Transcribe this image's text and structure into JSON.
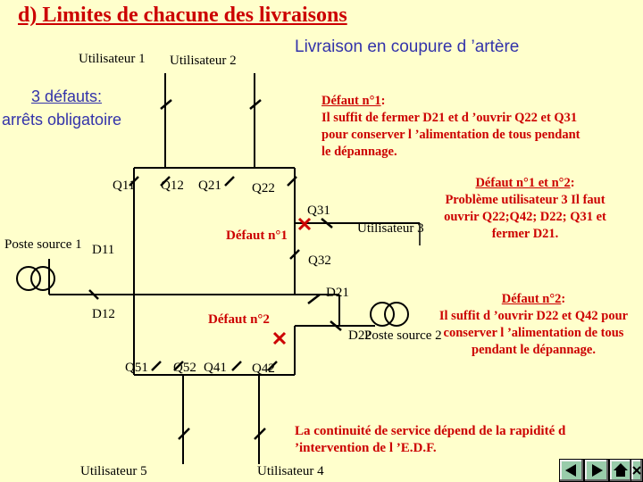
{
  "title": "d) Limites de chacune des livraisons",
  "subtitle": "Livraison en coupure d ’artère",
  "labels": {
    "user1": "Utilisateur 1",
    "user2": "Utilisateur 2",
    "user3": "Utilisateur 3",
    "user4": "Utilisateur 4",
    "user5": "Utilisateur 5",
    "source1": "Poste source 1",
    "source2": "Poste source 2",
    "faults_line1": "3 défauts:",
    "faults_line2": "arrêts obligatoire",
    "defaut1_marker": "Défaut n°1",
    "defaut2_marker": "Défaut n°2"
  },
  "switches": {
    "q11": "Q11",
    "q12": "Q12",
    "q21": "Q21",
    "q22": "Q22",
    "q31": "Q31",
    "q32": "Q32",
    "d11": "D11",
    "d12": "D12",
    "d21": "D21",
    "d22": "D22",
    "q51": "Q51",
    "q52": "Q52",
    "q41": "Q41",
    "q42": "Q42"
  },
  "notes": {
    "defaut1": {
      "heading": "Défaut n°1",
      "colon": ":",
      "text": "Il suffit de fermer D21 et d ’ouvrir Q22 et Q31 pour conserver l ’alimentation de tous pendant le dépannage."
    },
    "defaut12": {
      "heading": "Défaut n°1 et n°2",
      "colon": ":",
      "text": "Problème utilisateur 3 Il faut ouvrir Q22;Q42; D22; Q31 et fermer D21."
    },
    "defaut2": {
      "heading": "Défaut n°2",
      "colon": ":",
      "text": "Il suffit d ’ouvrir D22 et Q42 pour conserver l ’alimentation de tous pendant le dépannage."
    }
  },
  "conclusion": "La continuité de service dépend de la rapidité d ’intervention de l ’E.D.F.",
  "nav": {
    "prev_icon": "arrow-left-icon",
    "next_icon": "arrow-right-icon",
    "home_icon": "home-icon",
    "close_icon": "close-icon"
  },
  "colors": {
    "background": "#ffffcc",
    "title": "#cc0000",
    "fault_marker": "#cc0000",
    "network_line": "#000000",
    "blue_text": "#3333aa"
  }
}
